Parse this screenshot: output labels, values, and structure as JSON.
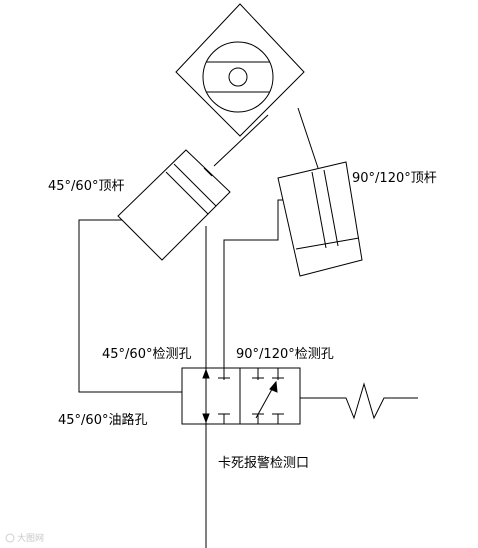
{
  "labels": {
    "ejector_45_60": "45°/60°顶杆",
    "ejector_90_120": "90°/120°顶杆",
    "detect_45_60": "45°/60°检测孔",
    "detect_90_120": "90°/120°检测孔",
    "oil_hole_45_60": "45°/60°油路孔",
    "jam_alarm_port": "卡死报警检测口"
  },
  "watermark": {
    "text": "大图网"
  }
}
